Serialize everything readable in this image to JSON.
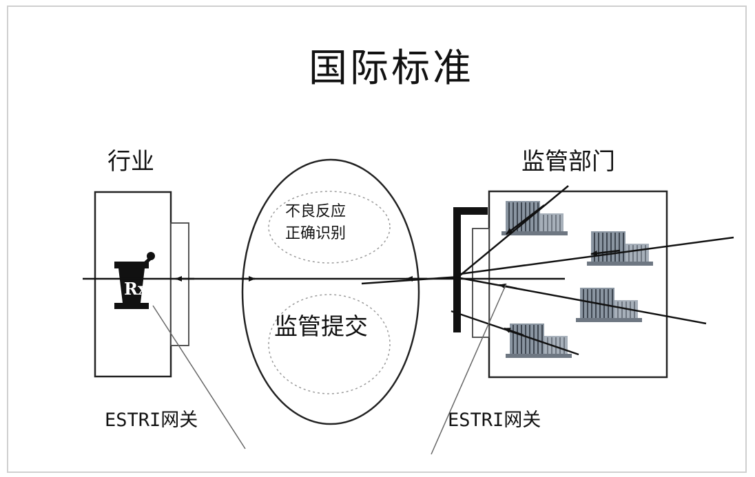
{
  "title": "国际标准",
  "industry": {
    "label": "行业",
    "icon": "rx-mortar-pestle-icon"
  },
  "regulator": {
    "label": "监管部门",
    "icon": "office-building-icon"
  },
  "exchange": {
    "ae_line1": "不良反应",
    "ae_line2": "正确识别",
    "submission": "监管提交"
  },
  "gateways": {
    "left": "ESTRI网关",
    "right": "ESTRI网关"
  },
  "colors": {
    "line": "#111111",
    "frame": "#cfcfcf",
    "building": "#7f8a96",
    "dotted": "#9a9a9a"
  }
}
